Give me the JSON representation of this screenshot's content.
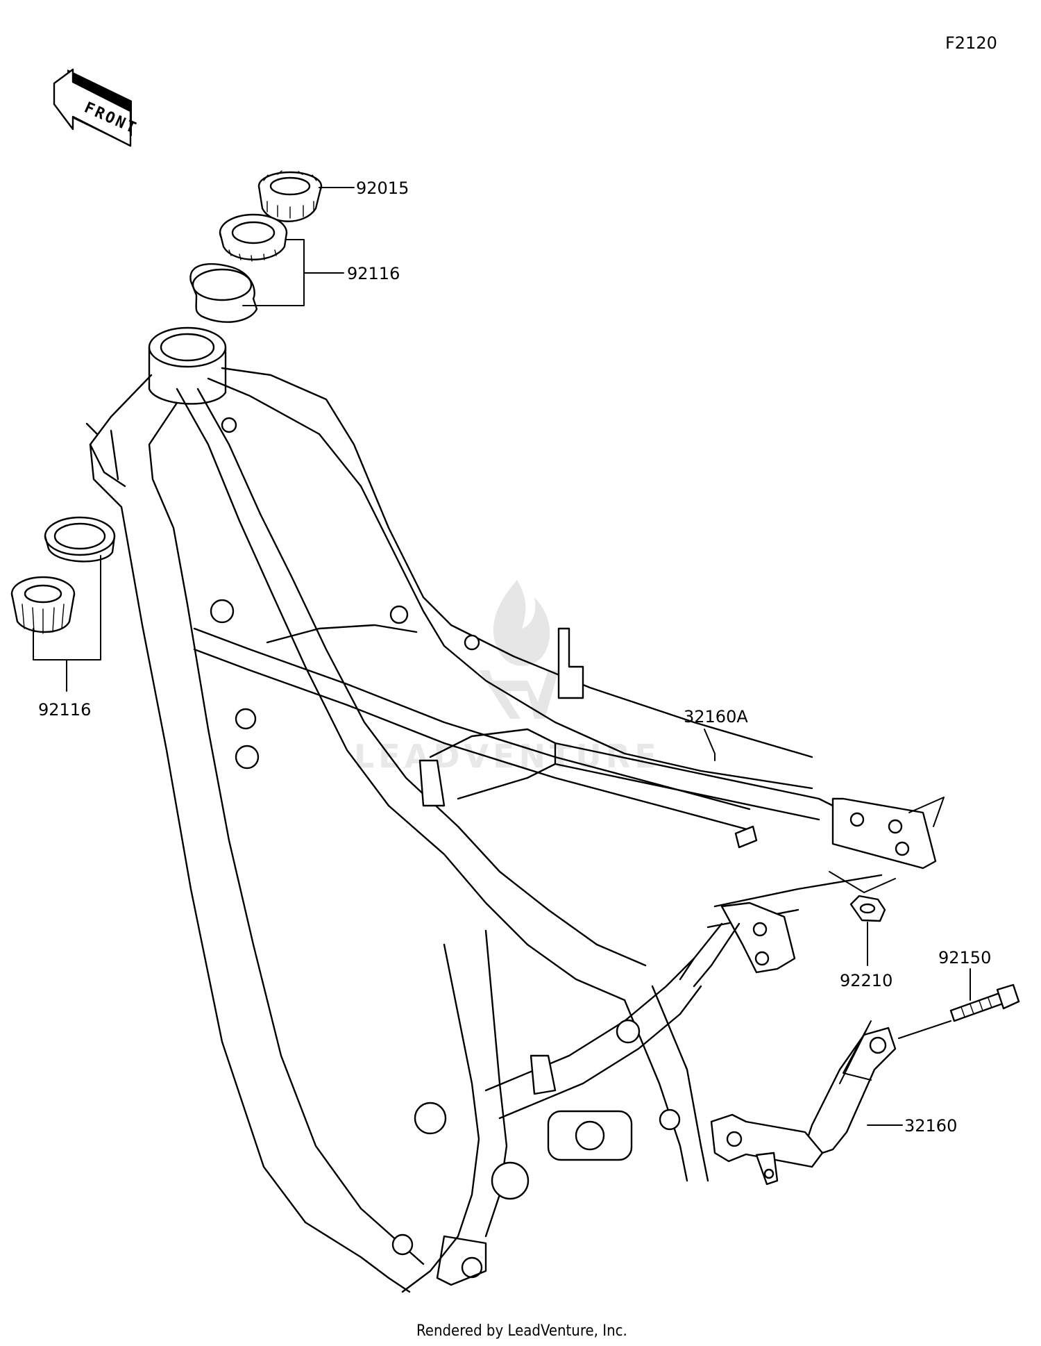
{
  "figure_code": "F2120",
  "front_label": "FRONT",
  "callouts": [
    {
      "id": "nut-steering-stem",
      "part_number": "92015"
    },
    {
      "id": "bearing-upper",
      "part_number": "92116"
    },
    {
      "id": "bearing-lower",
      "part_number": "92116"
    },
    {
      "id": "frame-sub-rear",
      "part_number": "32160A"
    },
    {
      "id": "nut-subframe",
      "part_number": "92210"
    },
    {
      "id": "bolt",
      "part_number": "92150"
    },
    {
      "id": "bracket",
      "part_number": "32160"
    }
  ],
  "footer": "Rendered by LeadVenture, Inc.",
  "watermark": "LEADVENTURE"
}
